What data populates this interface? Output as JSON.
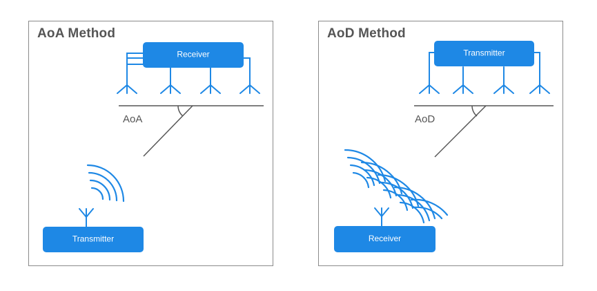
{
  "panels": [
    {
      "title": "AoA Method",
      "top_box_label": "Receiver",
      "bottom_box_label": "Transmitter",
      "angle_label": "AoA"
    },
    {
      "title": "AoD Method",
      "top_box_label": "Transmitter",
      "bottom_box_label": "Receiver",
      "angle_label": "AoD"
    }
  ],
  "colors": {
    "accent": "#1e88e5",
    "line": "#555555",
    "border": "#8a8a8a"
  },
  "icons": [
    "antenna-icon",
    "radio-wave-icon"
  ]
}
